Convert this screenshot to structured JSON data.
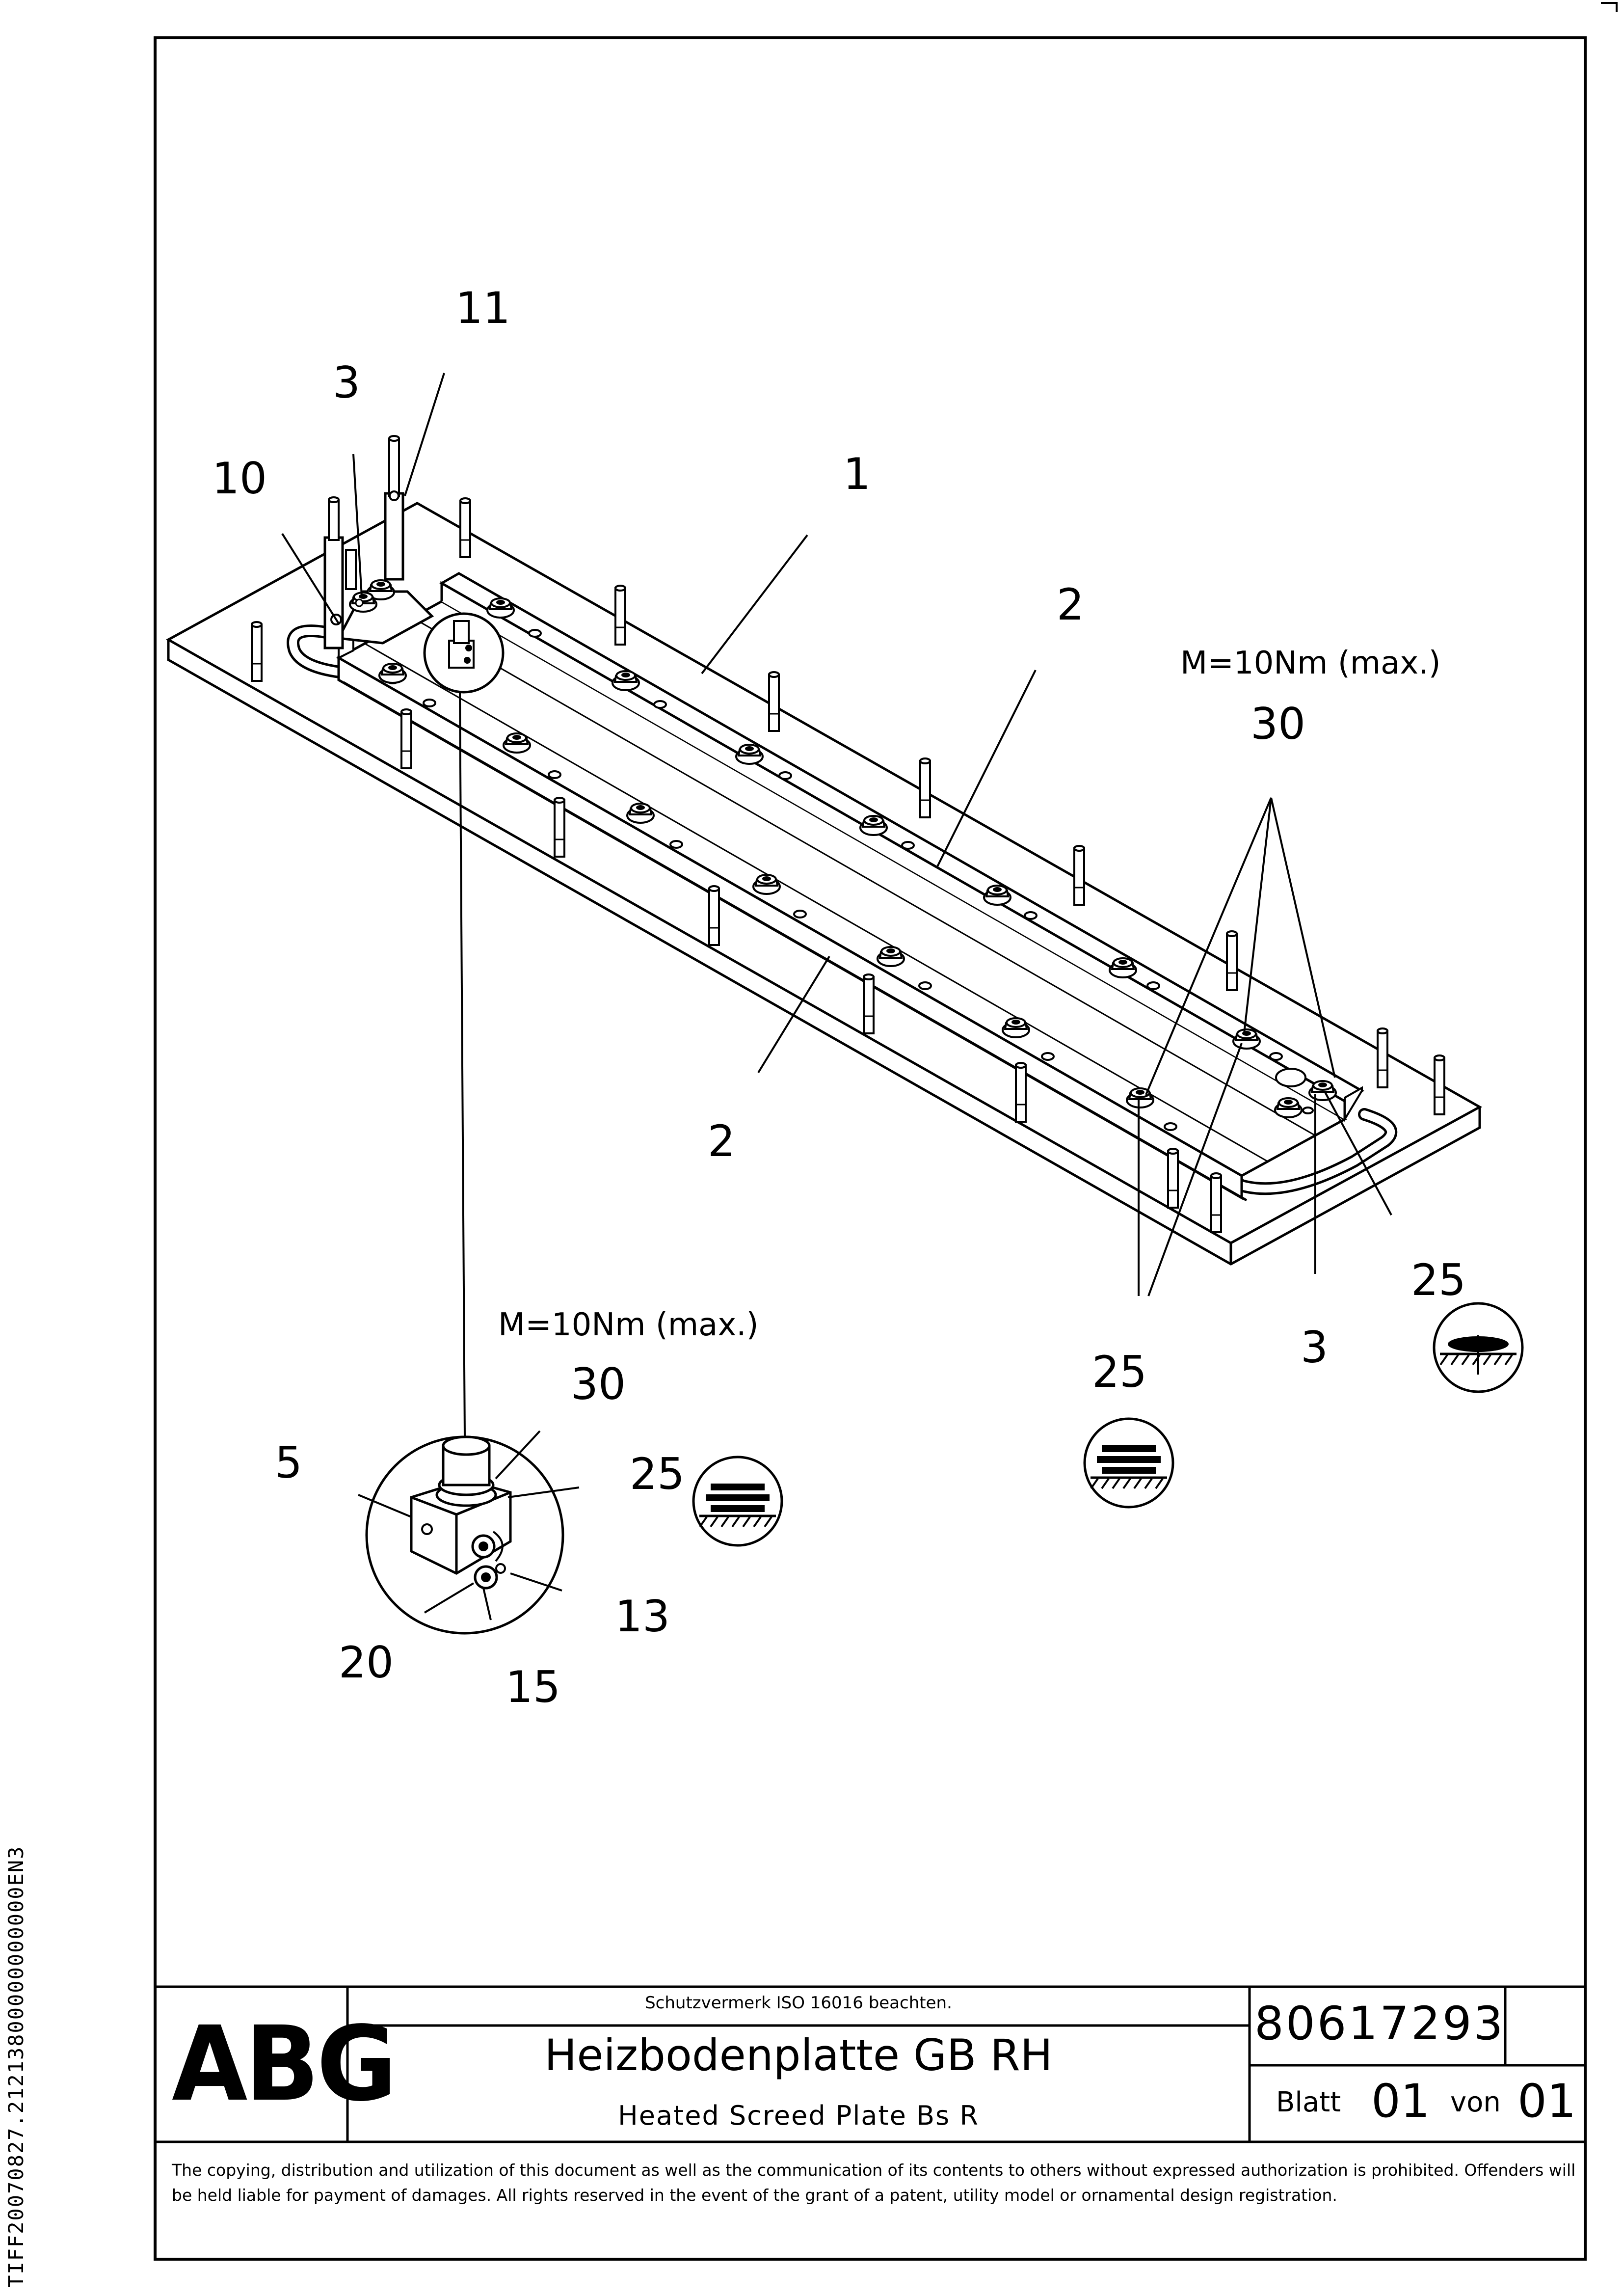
{
  "side_code": "TIFF20070827.21213800000000000EN3",
  "logo": "ABG",
  "title_block": {
    "protection_note": "Schutzvermerk ISO 16016 beachten.",
    "title_de": "Heizbodenplatte GB RH",
    "title_en": "Heated Screed Plate Bs R",
    "drawing_number": "80617293",
    "sheet_label": "Blatt",
    "sheet_value": "01",
    "of_label": "von",
    "of_value": "01"
  },
  "copyright": "The copying, distribution and utilization of this document as well as the communication of its contents to others without expressed authorization is prohibited. Offenders will be held liable for payment of damages. All rights reserved in the event of the grant of a patent, utility model or ornamental design registration.",
  "callouts": {
    "c11": "11",
    "c3a": "3",
    "c10": "10",
    "c1": "1",
    "c2a": "2",
    "c2b": "2",
    "c3b": "3",
    "c25a": "25",
    "c25b": "25",
    "c25c": "25",
    "c5": "5",
    "c13": "13",
    "c20": "20",
    "c15": "15"
  },
  "torque_notes": {
    "right_label": "M=10Nm (max.)",
    "right_ref": "30",
    "left_label": "M=10Nm (max.)",
    "left_ref": "30"
  }
}
